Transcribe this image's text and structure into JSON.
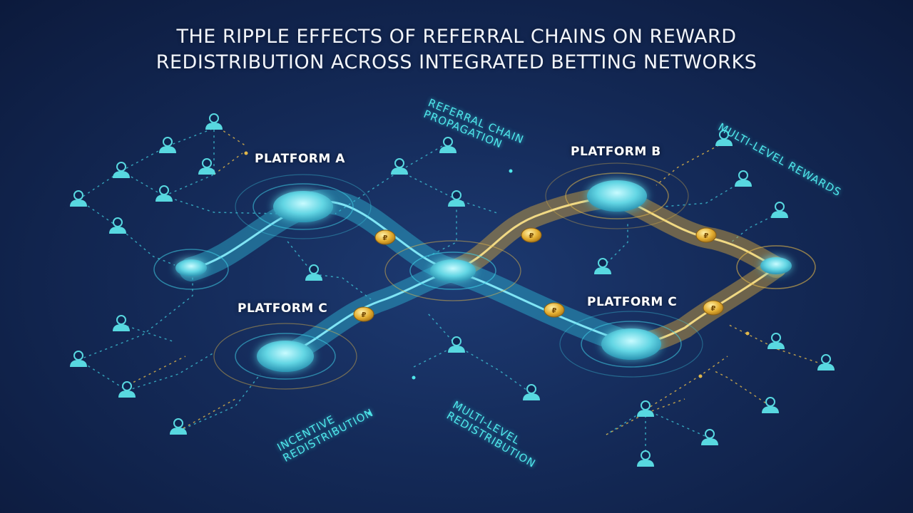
{
  "title": {
    "line1": "THE RIPPLE EFFECTS OF REFERRAL CHAINS ON REWARD",
    "line2": "REDISTRIBUTION ACROSS INTEGRATED BETTING NETWORKS"
  },
  "platforms": {
    "a": "PLATFORM A",
    "b": "PLATFORM B",
    "c_left": "PLATFORM C",
    "c_right": "PLATFORM C"
  },
  "flow_labels": {
    "referral_chain": "REFERRAL CHAIN\nPROPAGATION",
    "multi_level_rewards": "MULTI-LEVEL REWARDS",
    "incentive": "INCENTIVE\nREDISTRIBUTION",
    "multi_level_redistribution": "MULTI-LEVEL\nREDISTRIBUTION"
  },
  "coin_symbol": "₽",
  "colors": {
    "cyan_flow": "#3fd0e6",
    "gold_flow": "#e2b84a",
    "user_icon": "#58d8e0",
    "background": "#142a58"
  },
  "icons": [
    "user-icon",
    "coin-icon",
    "platform-hub-icon"
  ]
}
